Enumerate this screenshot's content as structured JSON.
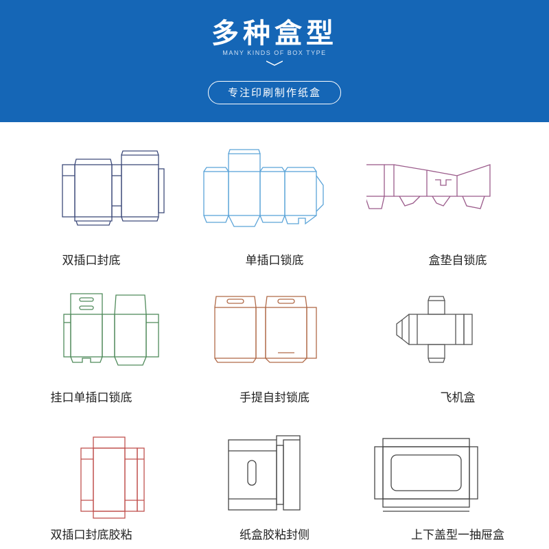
{
  "header": {
    "title": "多种盒型",
    "subtitle": "MANY KINDS OF BOX TYPE",
    "tagline": "专注印刷制作纸盒"
  },
  "box_types": [
    {
      "label": "双插口封底",
      "color": "#3d4a7a"
    },
    {
      "label": "单插口锁底",
      "color": "#5aa3d8"
    },
    {
      "label": "盒垫自锁底",
      "color": "#9a5a8a"
    },
    {
      "label": "挂口单插口锁底",
      "color": "#4f8a5a"
    },
    {
      "label": "手提自封锁底",
      "color": "#b06a48"
    },
    {
      "label": "飞机盒",
      "color": "#555555"
    },
    {
      "label": "双插口封底胶粘",
      "color": "#c0504d"
    },
    {
      "label": "纸盒胶粘封侧",
      "color": "#444444"
    },
    {
      "label": "上下盖型一抽屉盒",
      "color": "#444444"
    }
  ]
}
